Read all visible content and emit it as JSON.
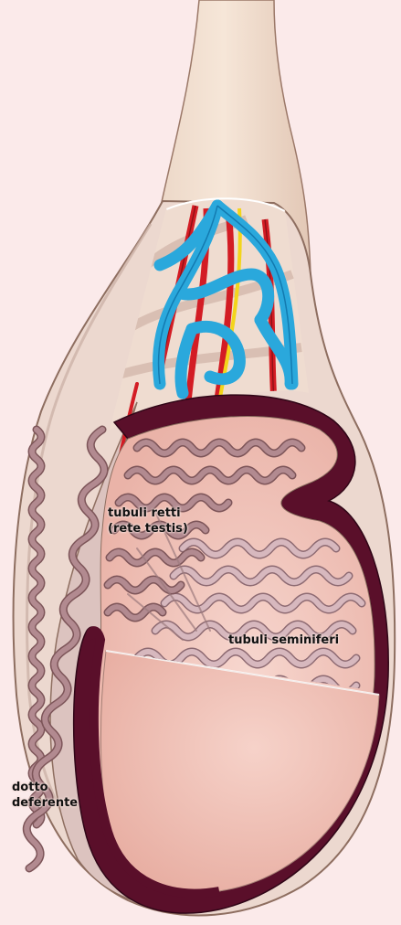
{
  "labels": {
    "tubuli_retti_line1": "tubuli retti",
    "tubuli_retti_line2": "(rete testis)",
    "tubuli_seminiferi": "tubuli seminiferi",
    "dotto_line1": "dotto",
    "dotto_line2": "deferente"
  },
  "colors": {
    "background": "#fbeaea",
    "cord": "#f1dccb",
    "cord_outline": "#8a6a5a",
    "vein": "#2aa8dc",
    "artery": "#d31c24",
    "nerve": "#f3d51b",
    "tunica": "#5a0f2a",
    "tubule": "#b28a90",
    "tubule_dark": "#7d5559",
    "tubule_light": "#d7b8be",
    "testis_body": "#f1c6bd",
    "scrotum_wall": "#ecd8cf"
  }
}
